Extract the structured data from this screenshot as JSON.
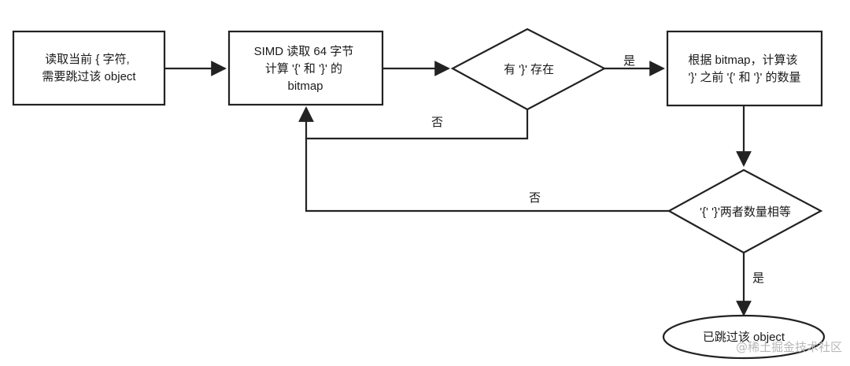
{
  "nodes": {
    "start": {
      "lines": [
        "读取当前 { 字符,",
        "需要跳过该 object"
      ]
    },
    "simd": {
      "lines": [
        "SIMD 读取 64 字节",
        "计算 '{' 和 '}' 的",
        "bitmap"
      ]
    },
    "decision_brace": {
      "lines": [
        "有 '}' 存在"
      ]
    },
    "count": {
      "lines": [
        "根据 bitmap，计算该",
        "'}' 之前 '{' 和 '}' 的数量"
      ]
    },
    "decision_equal": {
      "lines": [
        "'{' '}'两者数量相等"
      ]
    },
    "end": {
      "lines": [
        "已跳过该 object"
      ]
    }
  },
  "edges": {
    "brace_yes": "是",
    "brace_no": "否",
    "equal_no": "否",
    "equal_yes": "是"
  },
  "watermark": "@稀土掘金技术社区",
  "colors": {
    "stroke": "#222222",
    "text": "#1a1a1a",
    "watermark": "#b8b8b8"
  }
}
